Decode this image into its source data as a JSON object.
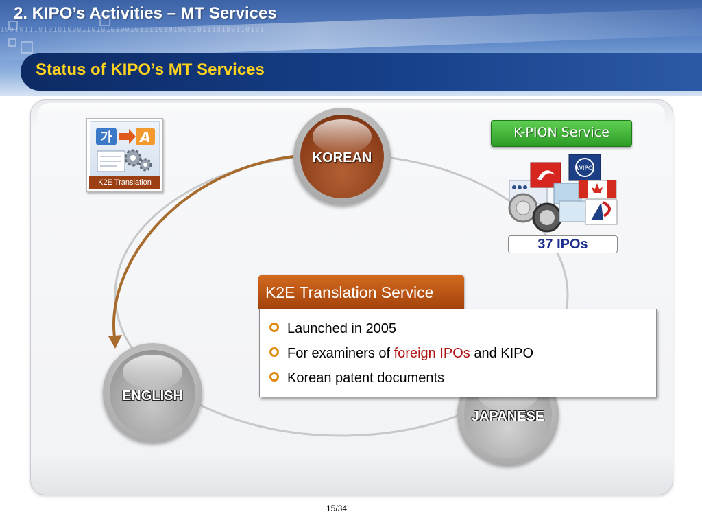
{
  "slide": {
    "title": "2. KIPO’s Activities – MT Services",
    "subtitle": "Status of KIPO’s MT Services",
    "page_number": "15/34"
  },
  "cycle": {
    "korean": "KOREAN",
    "english": "ENGLISH",
    "japanese": "JAPANESE"
  },
  "k2e_icon": {
    "caption": "K2E Translation",
    "glyph_source": "가",
    "glyph_target": "A"
  },
  "kpion": {
    "label": "K-PION Service",
    "ipos_count": "37 IPOs",
    "logo_icons": [
      "epo-logo-icon",
      "wipo-logo-icon",
      "canada-flag-icon",
      "ip-office-logo-icon"
    ]
  },
  "k2e_service": {
    "title": "K2E Translation Service",
    "bullets": [
      {
        "text": "Launched in 2005"
      },
      {
        "before": "For examiners of ",
        "highlight": "foreign IPOs",
        "after": " and KIPO"
      },
      {
        "text": "Korean patent documents"
      }
    ]
  },
  "colors": {
    "subtitle": "#ffd21e",
    "highlight": "#b01212",
    "kpion_green": "#2d9c27",
    "tab_orange": "#d2691e",
    "ipos_text": "#1c2c8c"
  }
}
